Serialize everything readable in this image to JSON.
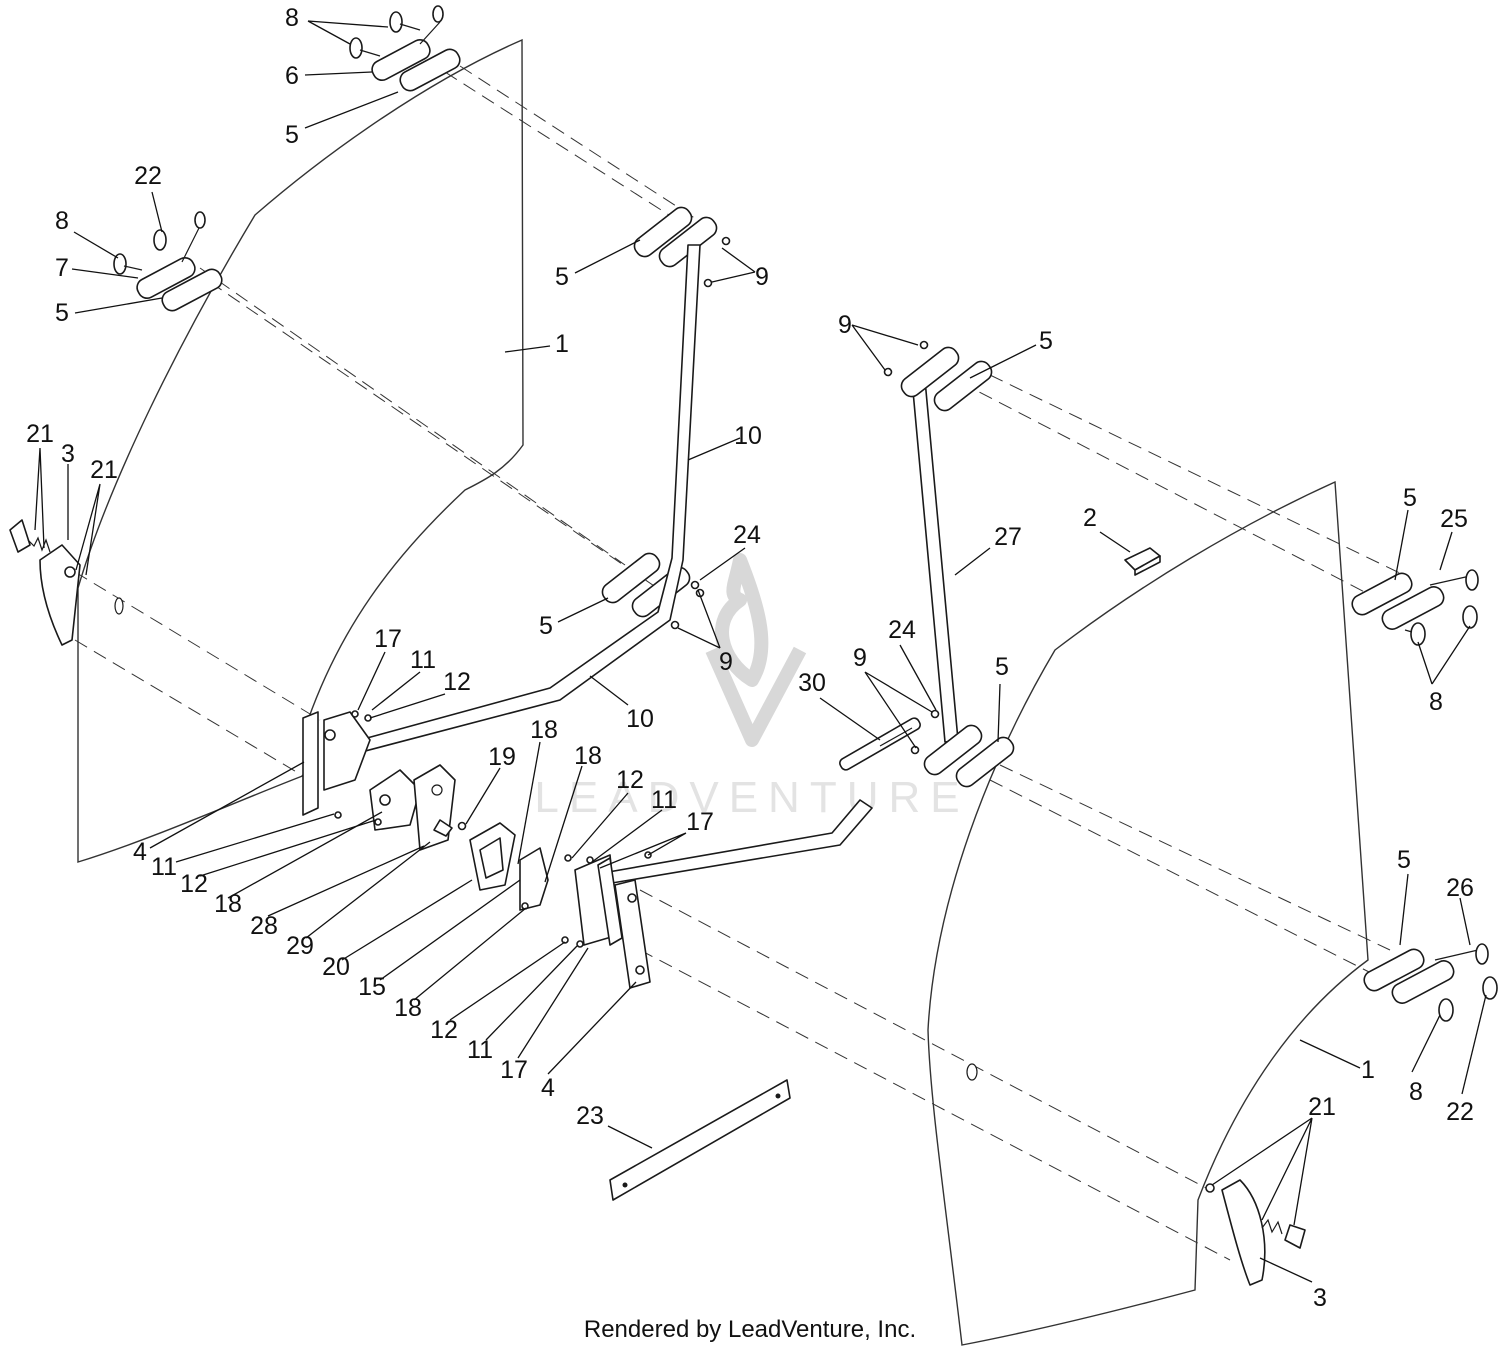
{
  "watermark": {
    "text": "LEADVENTURE"
  },
  "footer": {
    "text": "Rendered by LeadVenture, Inc."
  },
  "callouts": [
    {
      "id": "c-8a",
      "label": "8"
    },
    {
      "id": "c-6",
      "label": "6"
    },
    {
      "id": "c-5a",
      "label": "5"
    },
    {
      "id": "c-22a",
      "label": "22"
    },
    {
      "id": "c-8b",
      "label": "8"
    },
    {
      "id": "c-7",
      "label": "7"
    },
    {
      "id": "c-5b",
      "label": "5"
    },
    {
      "id": "c-5c",
      "label": "5"
    },
    {
      "id": "c-9a",
      "label": "9"
    },
    {
      "id": "c-1a",
      "label": "1"
    },
    {
      "id": "c-9b",
      "label": "9"
    },
    {
      "id": "c-5d",
      "label": "5"
    },
    {
      "id": "c-10a",
      "label": "10"
    },
    {
      "id": "c-21a",
      "label": "21"
    },
    {
      "id": "c-3a",
      "label": "3"
    },
    {
      "id": "c-21b",
      "label": "21"
    },
    {
      "id": "c-24a",
      "label": "24"
    },
    {
      "id": "c-27",
      "label": "27"
    },
    {
      "id": "c-2",
      "label": "2"
    },
    {
      "id": "c-5e",
      "label": "5"
    },
    {
      "id": "c-25",
      "label": "25"
    },
    {
      "id": "c-5f",
      "label": "5"
    },
    {
      "id": "c-9c",
      "label": "9"
    },
    {
      "id": "c-17a",
      "label": "17"
    },
    {
      "id": "c-11a",
      "label": "11"
    },
    {
      "id": "c-12a",
      "label": "12"
    },
    {
      "id": "c-24b",
      "label": "24"
    },
    {
      "id": "c-9d",
      "label": "9"
    },
    {
      "id": "c-5g",
      "label": "5"
    },
    {
      "id": "c-8c",
      "label": "8"
    },
    {
      "id": "c-30",
      "label": "30"
    },
    {
      "id": "c-10b",
      "label": "10"
    },
    {
      "id": "c-18a",
      "label": "18"
    },
    {
      "id": "c-19",
      "label": "19"
    },
    {
      "id": "c-18b",
      "label": "18"
    },
    {
      "id": "c-12b",
      "label": "12"
    },
    {
      "id": "c-11b",
      "label": "11"
    },
    {
      "id": "c-17b",
      "label": "17"
    },
    {
      "id": "c-4a",
      "label": "4"
    },
    {
      "id": "c-11c",
      "label": "11"
    },
    {
      "id": "c-12c",
      "label": "12"
    },
    {
      "id": "c-18c",
      "label": "18"
    },
    {
      "id": "c-28",
      "label": "28"
    },
    {
      "id": "c-29",
      "label": "29"
    },
    {
      "id": "c-20",
      "label": "20"
    },
    {
      "id": "c-15",
      "label": "15"
    },
    {
      "id": "c-18d",
      "label": "18"
    },
    {
      "id": "c-12d",
      "label": "12"
    },
    {
      "id": "c-11d",
      "label": "11"
    },
    {
      "id": "c-17c",
      "label": "17"
    },
    {
      "id": "c-4b",
      "label": "4"
    },
    {
      "id": "c-5h",
      "label": "5"
    },
    {
      "id": "c-26",
      "label": "26"
    },
    {
      "id": "c-1b",
      "label": "1"
    },
    {
      "id": "c-8d",
      "label": "8"
    },
    {
      "id": "c-22b",
      "label": "22"
    },
    {
      "id": "c-23",
      "label": "23"
    },
    {
      "id": "c-21c",
      "label": "21"
    },
    {
      "id": "c-3b",
      "label": "3"
    }
  ]
}
